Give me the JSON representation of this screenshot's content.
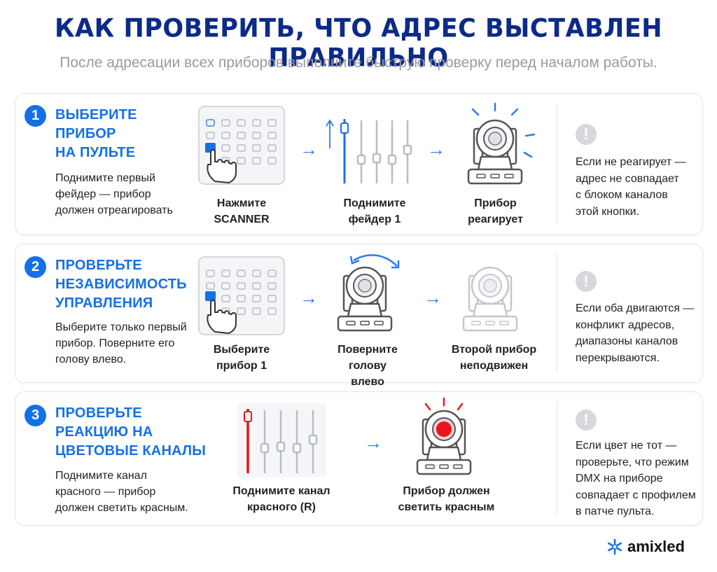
{
  "header": {
    "title": "КАК ПРОВЕРИТЬ, ЧТО АДРЕС ВЫСТАВЛЕН ПРАВИЛЬНО",
    "subtitle": "После адресации всех приборов выполните быструю проверку перед началом работы."
  },
  "steps": [
    {
      "number": "1",
      "title_lines": [
        "ВЫБЕРИТЕ",
        "ПРИБОР",
        "НА ПУЛЬТЕ"
      ],
      "desc_lines": [
        "Поднимите первый",
        "фейдер — прибор",
        "должен отреагировать"
      ],
      "captions": [
        [
          "Нажмите",
          "SCANNER"
        ],
        [
          "Поднимите",
          "фейдер 1"
        ],
        [
          "Прибор",
          "реагирует"
        ]
      ],
      "warn_icon": "exclamation-icon",
      "note_lines": [
        "Если не реагирует —",
        "адрес не совпадает",
        "с блоком каналов",
        "этой кнопки."
      ]
    },
    {
      "number": "2",
      "title_lines": [
        "ПРОВЕРЬТЕ",
        "НЕЗАВИСИМОСТЬ",
        "УПРАВЛЕНИЯ"
      ],
      "desc_lines": [
        "Выберите только первый",
        "прибор. Поверните его",
        "голову влево."
      ],
      "captions": [
        [
          "Выберите",
          "прибор 1"
        ],
        [
          "Поверните голову",
          "влево"
        ],
        [
          "Второй прибор",
          "неподвижен"
        ]
      ],
      "warn_icon": "exclamation-icon",
      "note_lines": [
        "Если оба двигаются —",
        "конфликт адресов,",
        "диапазоны каналов",
        "перекрываются."
      ]
    },
    {
      "number": "3",
      "title_lines": [
        "ПРОВЕРЬТЕ",
        "РЕАКЦИЮ НА",
        "ЦВЕТОВЫЕ КАНАЛЫ"
      ],
      "desc_lines": [
        "Поднимите канал",
        "красного — прибор",
        "должен светить красным."
      ],
      "captions": [
        [
          "Поднимите канал",
          "красного (R)"
        ],
        [
          "Прибор должен",
          "светить красным"
        ]
      ],
      "warn_icon": "exclamation-icon",
      "note_lines": [
        "Если цвет не тот —",
        "проверьте, что режим",
        "DMX на приборе",
        "совпадает с профилем",
        "в патче пульта."
      ]
    }
  ],
  "brand": {
    "name": "amixled"
  },
  "colors": {
    "title": "#0b2a8a",
    "accent": "#1470e6",
    "subtitle": "#9a9a9a",
    "red": "#e8141e"
  }
}
